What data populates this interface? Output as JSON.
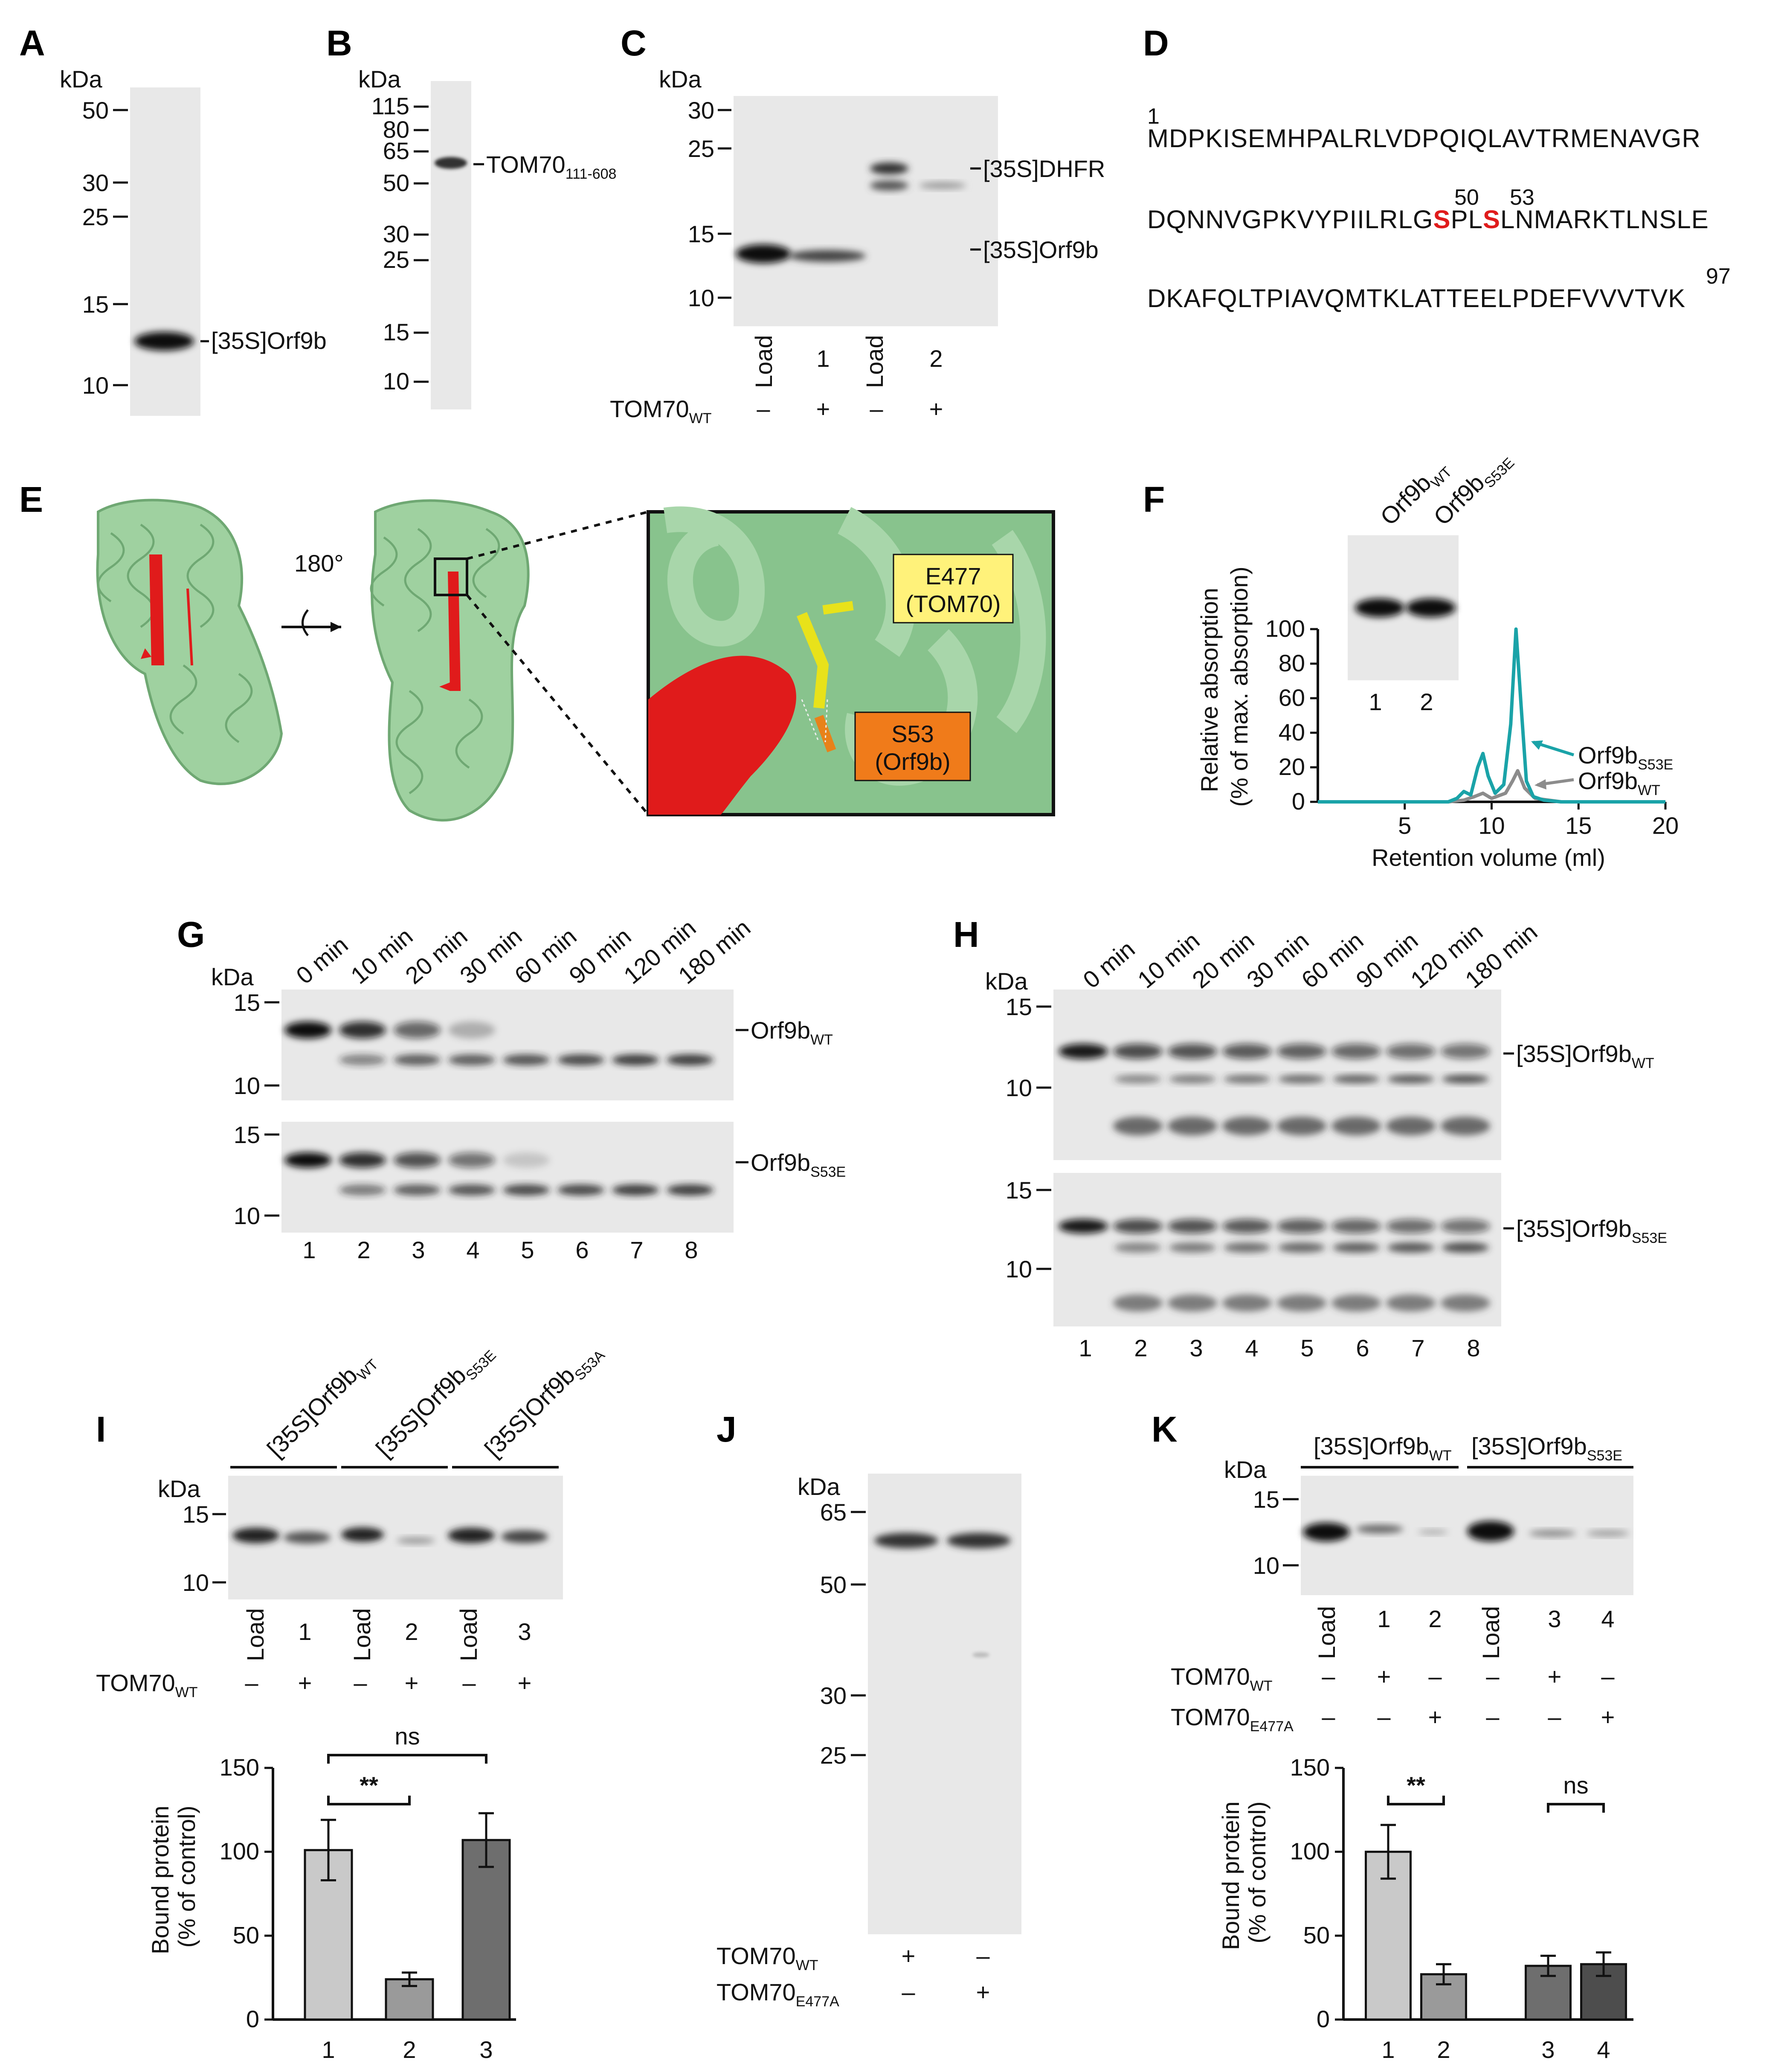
{
  "panels": {
    "A": {
      "letter": "A",
      "unit": "kDa",
      "markers": [
        "50",
        "30",
        "25",
        "15",
        "10"
      ],
      "band_label": "[35S]Orf9b"
    },
    "B": {
      "letter": "B",
      "unit": "kDa",
      "markers": [
        "115",
        "80",
        "65",
        "50",
        "30",
        "25",
        "15",
        "10"
      ],
      "band_label": "TOM70",
      "band_label_sub": "111-608"
    },
    "C": {
      "letter": "C",
      "unit": "kDa",
      "markers": [
        "30",
        "25",
        "15",
        "10"
      ],
      "band_labels": [
        "[35S]DHFR",
        "[35S]Orf9b"
      ],
      "lanes": [
        "Load",
        "1",
        "Load",
        "2"
      ],
      "row_label": "TOM70",
      "row_label_sub": "WT",
      "row_signs": [
        "–",
        "+",
        "–",
        "+"
      ]
    },
    "D": {
      "letter": "D",
      "pos_start": "1",
      "pos_50": "50",
      "pos_53": "53",
      "pos_end": "97",
      "line1": "MDPKISEMHPALRLVDPQIQLAVTRMENAVGR",
      "line2_a": "DQNNVGPKVYPIILRLG",
      "line2_s1": "S",
      "line2_b": "PL",
      "line2_s2": "S",
      "line2_c": "LNMARKTLNSLE",
      "line3": "DKAFQLTPIAVQMTKLATTEELPDEFVVVTVK"
    },
    "E": {
      "letter": "E",
      "rotation": "180°",
      "callout1_line1": "E477",
      "callout1_line2": "(TOM70)",
      "callout2_line1": "S53",
      "callout2_line2": "(Orf9b)"
    },
    "F": {
      "letter": "F",
      "inset_labels": [
        "Orf9b",
        "Orf9b"
      ],
      "inset_subs": [
        "WT",
        "S53E"
      ],
      "inset_lanes": [
        "1",
        "2"
      ],
      "series_labels": [
        "Orf9b",
        "Orf9b"
      ],
      "series_subs": [
        "S53E",
        "WT"
      ]
    },
    "G": {
      "letter": "G",
      "unit": "kDa",
      "times": [
        "0 min",
        "10 min",
        "20 min",
        "30 min",
        "60 min",
        "90 min",
        "120 min",
        "180 min"
      ],
      "markers_top": [
        "15",
        "10"
      ],
      "markers_bottom": [
        "15",
        "10"
      ],
      "band_top": "Orf9b",
      "band_top_sub": "WT",
      "band_bottom": "Orf9b",
      "band_bottom_sub": "S53E",
      "lanes": [
        "1",
        "2",
        "3",
        "4",
        "5",
        "6",
        "7",
        "8"
      ]
    },
    "H": {
      "letter": "H",
      "unit": "kDa",
      "times": [
        "0 min",
        "10 min",
        "20 min",
        "30 min",
        "60 min",
        "90 min",
        "120 min",
        "180 min"
      ],
      "markers_top": [
        "15",
        "10"
      ],
      "markers_bottom": [
        "15",
        "10"
      ],
      "band_top": "[35S]Orf9b",
      "band_top_sub": "WT",
      "band_bottom": "[35S]Orf9b",
      "band_bottom_sub": "S53E",
      "lanes": [
        "1",
        "2",
        "3",
        "4",
        "5",
        "6",
        "7",
        "8"
      ]
    },
    "I": {
      "letter": "I",
      "unit": "kDa",
      "groups": [
        "[35S]Orf9b",
        "[35S]Orf9b",
        "[35S]Orf9b"
      ],
      "group_subs": [
        "WT",
        "S53E",
        "S53A"
      ],
      "markers": [
        "15",
        "10"
      ],
      "lanes": [
        "Load",
        "1",
        "Load",
        "2",
        "Load",
        "3"
      ],
      "row_label": "TOM70",
      "row_label_sub": "WT",
      "row_signs": [
        "–",
        "+",
        "–",
        "+",
        "–",
        "+"
      ],
      "sig_labels": [
        "**",
        "ns"
      ]
    },
    "J": {
      "letter": "J",
      "unit": "kDa",
      "markers": [
        "65",
        "50",
        "30",
        "25"
      ],
      "row1_label": "TOM70",
      "row1_sub": "WT",
      "row1_signs": [
        "+",
        "–"
      ],
      "row2_label": "TOM70",
      "row2_sub": "E477A",
      "row2_signs": [
        "–",
        "+"
      ]
    },
    "K": {
      "letter": "K",
      "unit": "kDa",
      "groups": [
        "[35S]Orf9b",
        "[35S]Orf9b"
      ],
      "group_subs": [
        "WT",
        "S53E"
      ],
      "markers": [
        "15",
        "10"
      ],
      "lanes": [
        "Load",
        "1",
        "2",
        "Load",
        "3",
        "4"
      ],
      "row1_label": "TOM70",
      "row1_sub": "WT",
      "row1_signs": [
        "–",
        "+",
        "–",
        "–",
        "+",
        "–"
      ],
      "row2_label": "TOM70",
      "row2_sub": "E477A",
      "row2_signs": [
        "–",
        "–",
        "+",
        "–",
        "–",
        "+"
      ],
      "sig_labels": [
        "**",
        "ns"
      ]
    }
  },
  "chart_data": [
    {
      "panel": "F",
      "type": "line",
      "xlabel": "Retention volume (ml)",
      "ylabel": "Relative absorption (% of max. absorption)",
      "xlim": [
        0,
        20
      ],
      "ylim": [
        0,
        100
      ],
      "xticks": [
        5,
        10,
        15,
        20
      ],
      "yticks": [
        0,
        20,
        40,
        60,
        80,
        100
      ],
      "series": [
        {
          "name": "Orf9bS53E",
          "color": "#1aa3a8",
          "x": [
            0,
            7.5,
            8.0,
            8.4,
            8.8,
            9.2,
            9.5,
            9.8,
            10.2,
            10.7,
            11.1,
            11.4,
            11.7,
            12.0,
            12.4,
            13.0,
            14.0,
            15.0,
            20.0
          ],
          "y": [
            0,
            0,
            2,
            6,
            4,
            20,
            28,
            15,
            5,
            10,
            45,
            100,
            55,
            12,
            3,
            1,
            0,
            0,
            0
          ]
        },
        {
          "name": "Orf9bWT",
          "color": "#8c8c8c",
          "x": [
            0,
            7.5,
            8.4,
            9.0,
            9.5,
            10.0,
            10.8,
            11.2,
            11.5,
            11.9,
            12.5,
            14.0,
            15.0,
            20.0
          ],
          "y": [
            0,
            0,
            1,
            3,
            5,
            2,
            5,
            12,
            18,
            8,
            2,
            0,
            0,
            0
          ]
        }
      ]
    },
    {
      "panel": "I",
      "type": "bar",
      "ylabel": "Bound protein (% of control)",
      "categories": [
        "1",
        "2",
        "3"
      ],
      "values": [
        101,
        24,
        107
      ],
      "errors": [
        18,
        4,
        16
      ],
      "ylim": [
        0,
        150
      ],
      "yticks": [
        0,
        50,
        100,
        150
      ]
    },
    {
      "panel": "K",
      "type": "bar",
      "ylabel": "Bound protein (% of control)",
      "categories": [
        "1",
        "2",
        "3",
        "4"
      ],
      "values": [
        100,
        27,
        32,
        33
      ],
      "errors": [
        16,
        6,
        6,
        7
      ],
      "ylim": [
        0,
        150
      ],
      "yticks": [
        0,
        50,
        100,
        150
      ]
    }
  ]
}
